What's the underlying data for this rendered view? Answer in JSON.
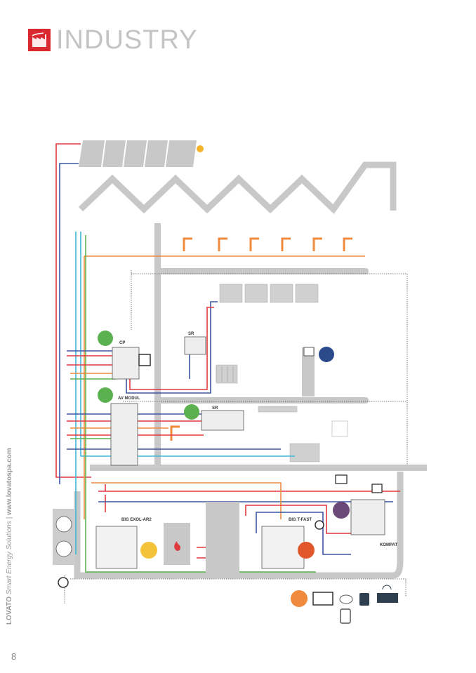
{
  "header": {
    "title": "INDUSTRY",
    "icon": "factory-icon"
  },
  "sidebar_text": {
    "brand": "LOVATO",
    "tagline": "Smart Energy Solutions",
    "separator": "|",
    "url": "www.lovatospa.com"
  },
  "page_number": "8",
  "diagram": {
    "labels": {
      "cp": "CP",
      "sr_top": "SR",
      "av_modul": "AV MODUL",
      "sr_mid": "SR",
      "big_exol": "BIG EXOL-AR2",
      "big_tfast": "BIG T-FAST",
      "kompat": "KOMPAT"
    },
    "colors": {
      "hot": "#e0393e",
      "cold": "#3b57a5",
      "dhw": "#f08a3c",
      "green": "#5bb04f",
      "cyan": "#3cb6d8",
      "grey": "#c8c8c8",
      "brand_red": "#d9282f"
    }
  }
}
